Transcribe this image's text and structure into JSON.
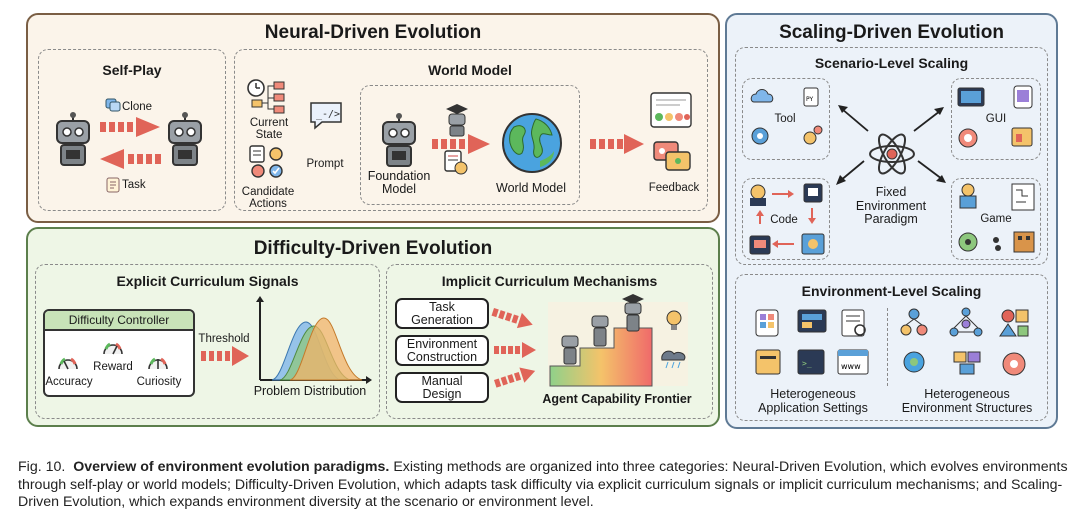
{
  "neural": {
    "title": "Neural-Driven Evolution",
    "self_play": {
      "title": "Self-Play",
      "clone": "Clone",
      "task": "Task"
    },
    "world_model": {
      "title": "World Model",
      "current_state": "Current\nState",
      "candidate_actions": "Candidate\nActions",
      "prompt": "Prompt",
      "foundation_model": "Foundation\nModel",
      "world_model_label": "World Model",
      "feedback": "Feedback"
    }
  },
  "difficulty": {
    "title": "Difficulty-Driven Evolution",
    "explicit": {
      "title": "Explicit Curriculum Signals",
      "controller": "Difficulty Controller",
      "reward": "Reward",
      "accuracy": "Accuracy",
      "curiosity": "Curiosity",
      "threshold": "Threshold",
      "problem_distribution": "Problem Distribution"
    },
    "implicit": {
      "title": "Implicit Curriculum Mechanisms",
      "task_generation": "Task\nGeneration",
      "environment_construction": "Environment\nConstruction",
      "manual_design": "Manual\nDesign",
      "frontier": "Agent Capability Frontier"
    }
  },
  "scaling": {
    "title": "Scaling-Driven Evolution",
    "scenario": {
      "title": "Scenario-Level Scaling",
      "tool": "Tool",
      "gui": "GUI",
      "code": "Code",
      "game": "Game",
      "center": "Fixed\nEnvironment\nParadigm"
    },
    "environment": {
      "title": "Environment-Level Scaling",
      "heterogeneous_apps": "Heterogeneous\nApplication Settings",
      "heterogeneous_structures": "Heterogeneous\nEnvironment Structures"
    }
  },
  "caption": {
    "prefix": "Fig. 10.",
    "bold": "Overview of environment evolution paradigms.",
    "text": "Existing methods are organized into three categories: Neural-Driven Evolution, which evolves environments through self-play or world models; Difficulty-Driven Evolution, which adapts task difficulty via explicit curriculum signals or implicit curriculum mechanisms; and Scaling-Driven Evolution, which expands environment diversity at the scenario or environment level."
  },
  "colors": {
    "neural_bg": "#fbf4ea",
    "neural_border": "#7a5e44",
    "difficulty_bg": "#eef6e6",
    "difficulty_border": "#5c7f4c",
    "scaling_bg": "#ecf2f9",
    "scaling_border": "#5f7a95",
    "arrow": "#e06458"
  }
}
